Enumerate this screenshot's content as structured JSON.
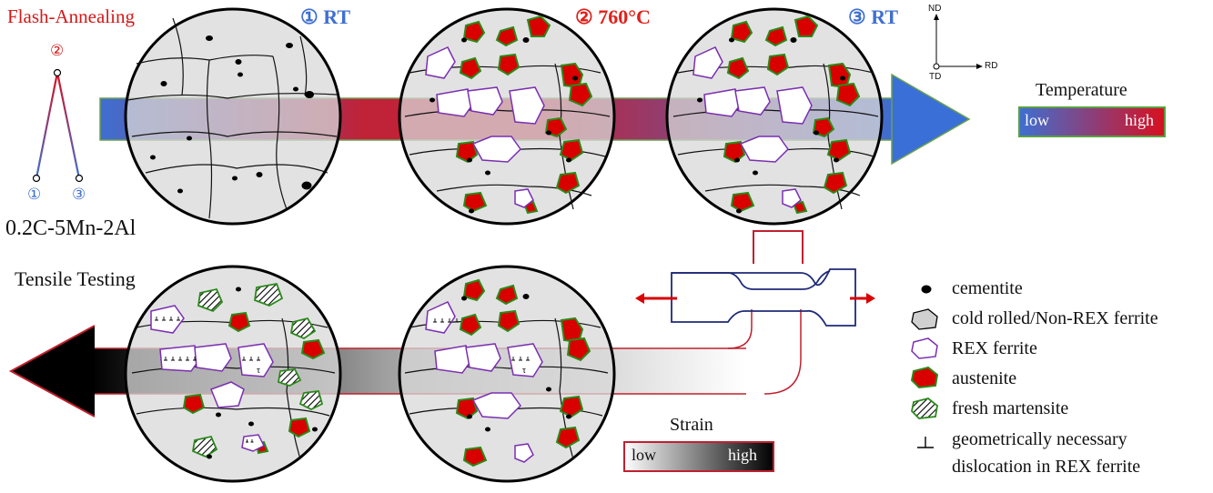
{
  "header": {
    "title": "Flash-Annealing",
    "alloy": "0.2C-5Mn-2Al",
    "tri_label_peak": "②",
    "tri_label_left": "①",
    "tri_label_right": "③"
  },
  "stages": [
    {
      "label": "① RT",
      "color": "#3f6fd0"
    },
    {
      "label": "② 760°C",
      "color": "#e0201a"
    },
    {
      "label": "③ RT",
      "color": "#3f6fd0"
    }
  ],
  "axes": {
    "nd": "ND",
    "rd": "RD",
    "td": "TD"
  },
  "temperature_scale": {
    "title": "Temperature",
    "low": "low",
    "high": "high"
  },
  "tensile": {
    "title": "Tensile Testing"
  },
  "strain_scale": {
    "title": "Strain",
    "low": "low",
    "high": "high"
  },
  "legend": {
    "items": [
      {
        "id": "cementite",
        "label": "cementite"
      },
      {
        "id": "nonrex",
        "label": "cold rolled/Non-REX ferrite"
      },
      {
        "id": "rex",
        "label": "REX ferrite"
      },
      {
        "id": "austenite",
        "label": "austenite"
      },
      {
        "id": "martensite",
        "label": "fresh martensite"
      },
      {
        "id": "gnd",
        "label": "geometrically necessary",
        "label2": "dislocation in REX ferrite"
      }
    ]
  },
  "colors": {
    "austenite_fill": "#d90000",
    "austenite_edge": "#2a8a1a",
    "rex_edge": "#7a2fb0",
    "circle_fill": "#dcdcdc",
    "arrow_blue": "#3a6fd8",
    "arrow_red": "#c0202e",
    "legend_border": "#59a040"
  }
}
